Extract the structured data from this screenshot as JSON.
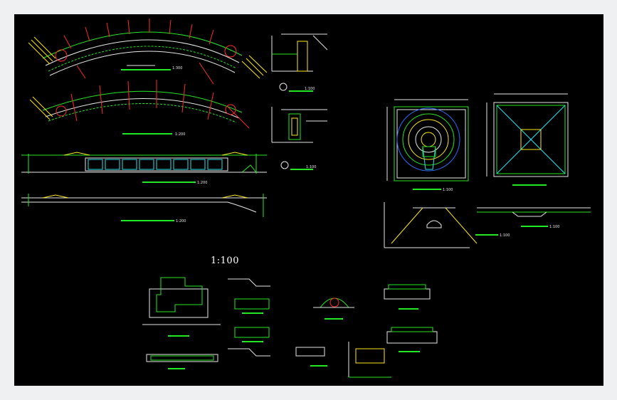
{
  "drawing": {
    "scale_note": "1:100",
    "labels": {
      "plan_scale": "1:300",
      "section_plan_scale": "1:200",
      "elev_scale_a": "1:200",
      "elev_scale_b": "1:200",
      "detail_a_scale": "1:100",
      "detail_b_scale": "1:100",
      "fountain_plan_scale": "1:100",
      "fountain_elev_scale": "1:100",
      "fountain_section_scale": "1:100"
    }
  },
  "colors": {
    "background": "#000000",
    "frame": "#eef0f1",
    "line_green": "#22e822",
    "line_white": "#e8e8e8",
    "line_red": "#ff2a2a",
    "line_cyan": "#27e3ee",
    "line_yellow": "#ffe81a",
    "line_blue": "#2f6bff",
    "line_magenta": "#ff3cff"
  }
}
